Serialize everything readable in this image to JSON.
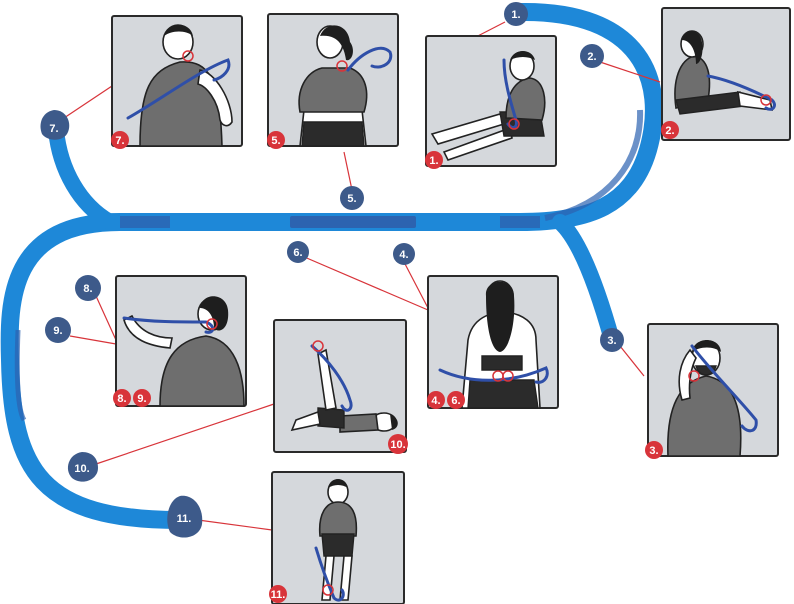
{
  "colors": {
    "track": "#1e88d8",
    "track_dark": "#2c63b0",
    "marker_blue": "#3d5a8a",
    "marker_red": "#d8343a",
    "panel_bg": "#d5d8dc",
    "tool_blue": "#2f4fa8"
  },
  "track_markers": [
    {
      "id": "1",
      "label": "1."
    },
    {
      "id": "2",
      "label": "2."
    },
    {
      "id": "3",
      "label": "3."
    },
    {
      "id": "4",
      "label": "4."
    },
    {
      "id": "5",
      "label": "5."
    },
    {
      "id": "6",
      "label": "6."
    },
    {
      "id": "7",
      "label": "7."
    },
    {
      "id": "8",
      "label": "8."
    },
    {
      "id": "9",
      "label": "9."
    },
    {
      "id": "10",
      "label": "10."
    },
    {
      "id": "11",
      "label": "11."
    }
  ],
  "panels": [
    {
      "id": "p1",
      "labels": [
        "1."
      ]
    },
    {
      "id": "p2",
      "labels": [
        "2."
      ]
    },
    {
      "id": "p3",
      "labels": [
        "3."
      ]
    },
    {
      "id": "p46",
      "labels": [
        "4.",
        "6."
      ]
    },
    {
      "id": "p5",
      "labels": [
        "5."
      ]
    },
    {
      "id": "p7",
      "labels": [
        "7."
      ]
    },
    {
      "id": "p89",
      "labels": [
        "8.",
        "9."
      ]
    },
    {
      "id": "p10",
      "labels": [
        "10."
      ]
    },
    {
      "id": "p11",
      "labels": [
        "11."
      ]
    }
  ]
}
